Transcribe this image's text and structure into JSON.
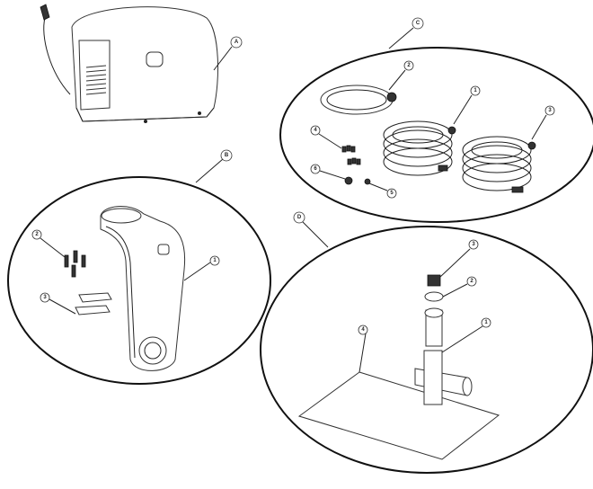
{
  "callouts": {
    "A": "A",
    "B": "B",
    "B1": "1",
    "B2": "2",
    "B3": "3",
    "C": "C",
    "C1": "1",
    "C2": "2",
    "C3": "3",
    "C4": "4",
    "C5": "5",
    "C6": "6",
    "D": "D",
    "D1": "1",
    "D2": "2",
    "D3": "3",
    "D4": "4"
  }
}
